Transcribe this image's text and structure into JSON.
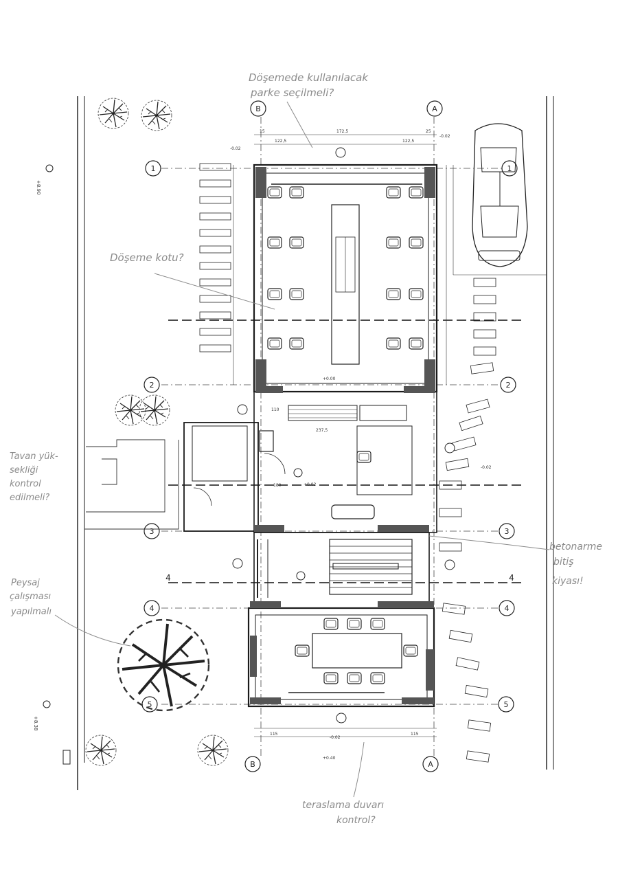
{
  "annotations": {
    "note_top_line1": "Döşemede kullanılacak",
    "note_top_line2": "parke seçilmeli?",
    "note_floor": "Döşeme kotu?",
    "note_left_line1": "Tavan yük-",
    "note_left_line2": "sekliği",
    "note_left_line3": "kontrol",
    "note_left_line4": "edilmeli?",
    "note_right_line1": "betonarme",
    "note_right_line2": "bitiş",
    "note_right_line3": "kiyası!",
    "note_bottomleft_line1": "Peysaj",
    "note_bottomleft_line2": "çalışması",
    "note_bottomleft_line3": "yapılmalı",
    "note_bottom_line1": "teraslama duvarı",
    "note_bottom_line2": "kontrol?"
  },
  "grid": {
    "axis_b": "B",
    "axis_a": "A",
    "axis_1": "1",
    "axis_2": "2",
    "axis_3": "3",
    "axis_4": "4",
    "axis_5": "5"
  },
  "levels": {
    "left_top": "+8.90",
    "left_bottom": "+8.38",
    "top_mid": "-0.02",
    "under_a": "-0.02",
    "right_mark": "-0.02",
    "bottom_mark1": "-0.02",
    "bottom_mark2": "+0.40",
    "room_main": "+0.00",
    "room_mid": "+0.02"
  },
  "dimensions": {
    "d1": "15",
    "d2": "122,5",
    "d3": "172,5",
    "d4": "25",
    "d5": "237,5",
    "d6": "180",
    "d7": "115",
    "d8": "110"
  },
  "colors": {
    "line": "#1a1a1a",
    "handwriting": "#8a8a8a",
    "paper": "#ffffff",
    "wall_fill": "#555555"
  },
  "icons": [
    "tree-icon",
    "car-icon",
    "chair-icon",
    "table-icon",
    "stair-icon"
  ]
}
